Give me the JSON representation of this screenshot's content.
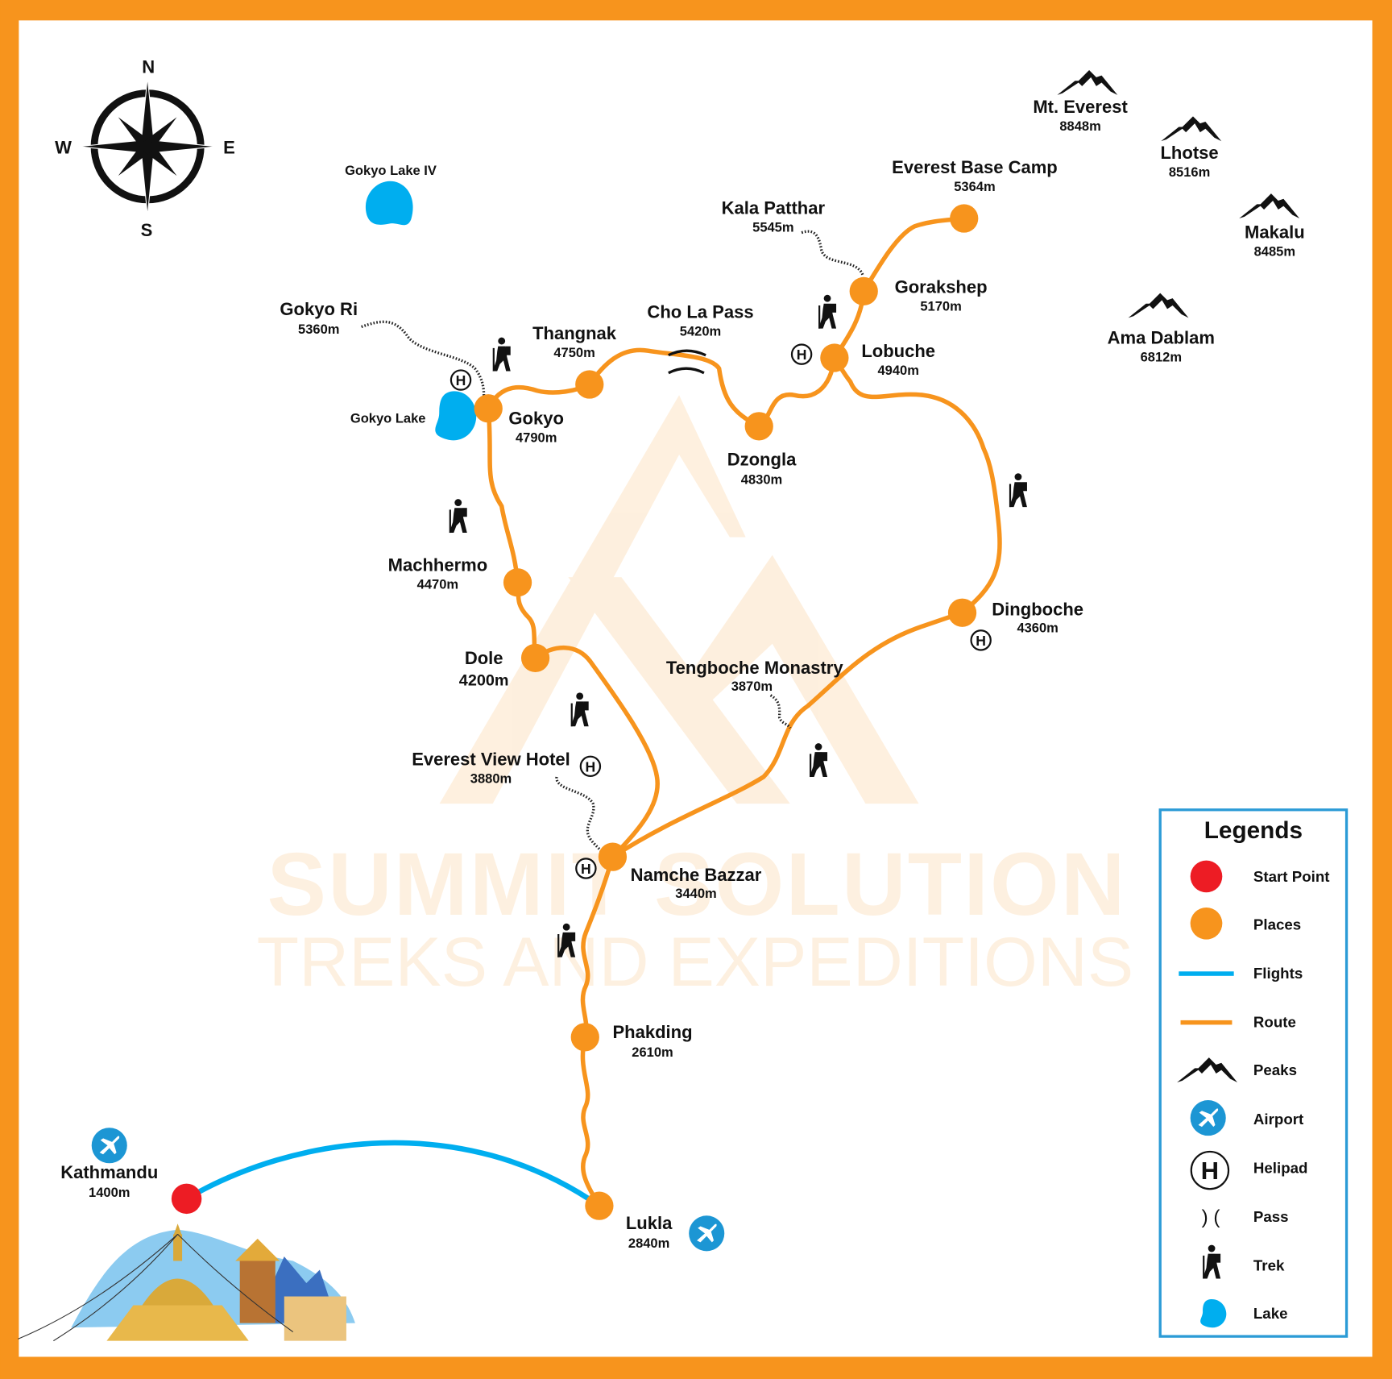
{
  "colors": {
    "border": "#F7941D",
    "route": "#F7941D",
    "flight": "#00AEEF",
    "start": "#ED1C24",
    "lake": "#00AEEF",
    "airport": "#1C96D4",
    "legend_border": "#2B9BD6"
  },
  "compass": {
    "n": "N",
    "s": "S",
    "e": "E",
    "w": "W"
  },
  "watermark": {
    "line1": "SUMMIT SOLUTION",
    "line2": "TREKS AND EXPEDITIONS"
  },
  "places": {
    "kathmandu": {
      "name": "Kathmandu",
      "elev": "1400m",
      "type": "start"
    },
    "lukla": {
      "name": "Lukla",
      "elev": "2840m"
    },
    "phakding": {
      "name": "Phakding",
      "elev": "2610m"
    },
    "namche": {
      "name": "Namche Bazzar",
      "elev": "3440m"
    },
    "everest_view": {
      "name": "Everest View Hotel",
      "elev": "3880m"
    },
    "dole": {
      "name": "Dole",
      "elev": "4200m"
    },
    "machhermo": {
      "name": "Machhermo",
      "elev": "4470m"
    },
    "gokyo": {
      "name": "Gokyo",
      "elev": "4790m"
    },
    "gokyo_ri": {
      "name": "Gokyo Ri",
      "elev": "5360m"
    },
    "thangnak": {
      "name": "Thangnak",
      "elev": "4750m"
    },
    "cho_la": {
      "name": "Cho La Pass",
      "elev": "5420m"
    },
    "dzongla": {
      "name": "Dzongla",
      "elev": "4830m"
    },
    "lobuche": {
      "name": "Lobuche",
      "elev": "4940m"
    },
    "gorakshep": {
      "name": "Gorakshep",
      "elev": "5170m"
    },
    "ebc": {
      "name": "Everest Base Camp",
      "elev": "5364m"
    },
    "kala_patthar": {
      "name": "Kala Patthar",
      "elev": "5545m"
    },
    "dingboche": {
      "name": "Dingboche",
      "elev": "4360m"
    },
    "tengboche": {
      "name": "Tengboche Monastry",
      "elev": "3870m"
    }
  },
  "lakes": {
    "gokyo_lake": "Gokyo Lake",
    "gokyo_lake_iv": "Gokyo Lake IV"
  },
  "peaks": {
    "everest": {
      "name": "Mt. Everest",
      "elev": "8848m"
    },
    "lhotse": {
      "name": "Lhotse",
      "elev": "8516m"
    },
    "makalu": {
      "name": "Makalu",
      "elev": "8485m"
    },
    "ama_dablam": {
      "name": "Ama Dablam",
      "elev": "6812m"
    }
  },
  "legend": {
    "title": "Legends",
    "items": [
      {
        "icon": "start-point",
        "label": "Start Point"
      },
      {
        "icon": "place",
        "label": "Places"
      },
      {
        "icon": "flight-line",
        "label": "Flights"
      },
      {
        "icon": "route-line",
        "label": "Route"
      },
      {
        "icon": "peak",
        "label": "Peaks"
      },
      {
        "icon": "airport",
        "label": "Airport"
      },
      {
        "icon": "helipad",
        "label": "Helipad"
      },
      {
        "icon": "pass",
        "label": "Pass"
      },
      {
        "icon": "trek",
        "label": "Trek"
      },
      {
        "icon": "lake",
        "label": "Lake"
      }
    ],
    "pass_glyph": ") ("
  }
}
